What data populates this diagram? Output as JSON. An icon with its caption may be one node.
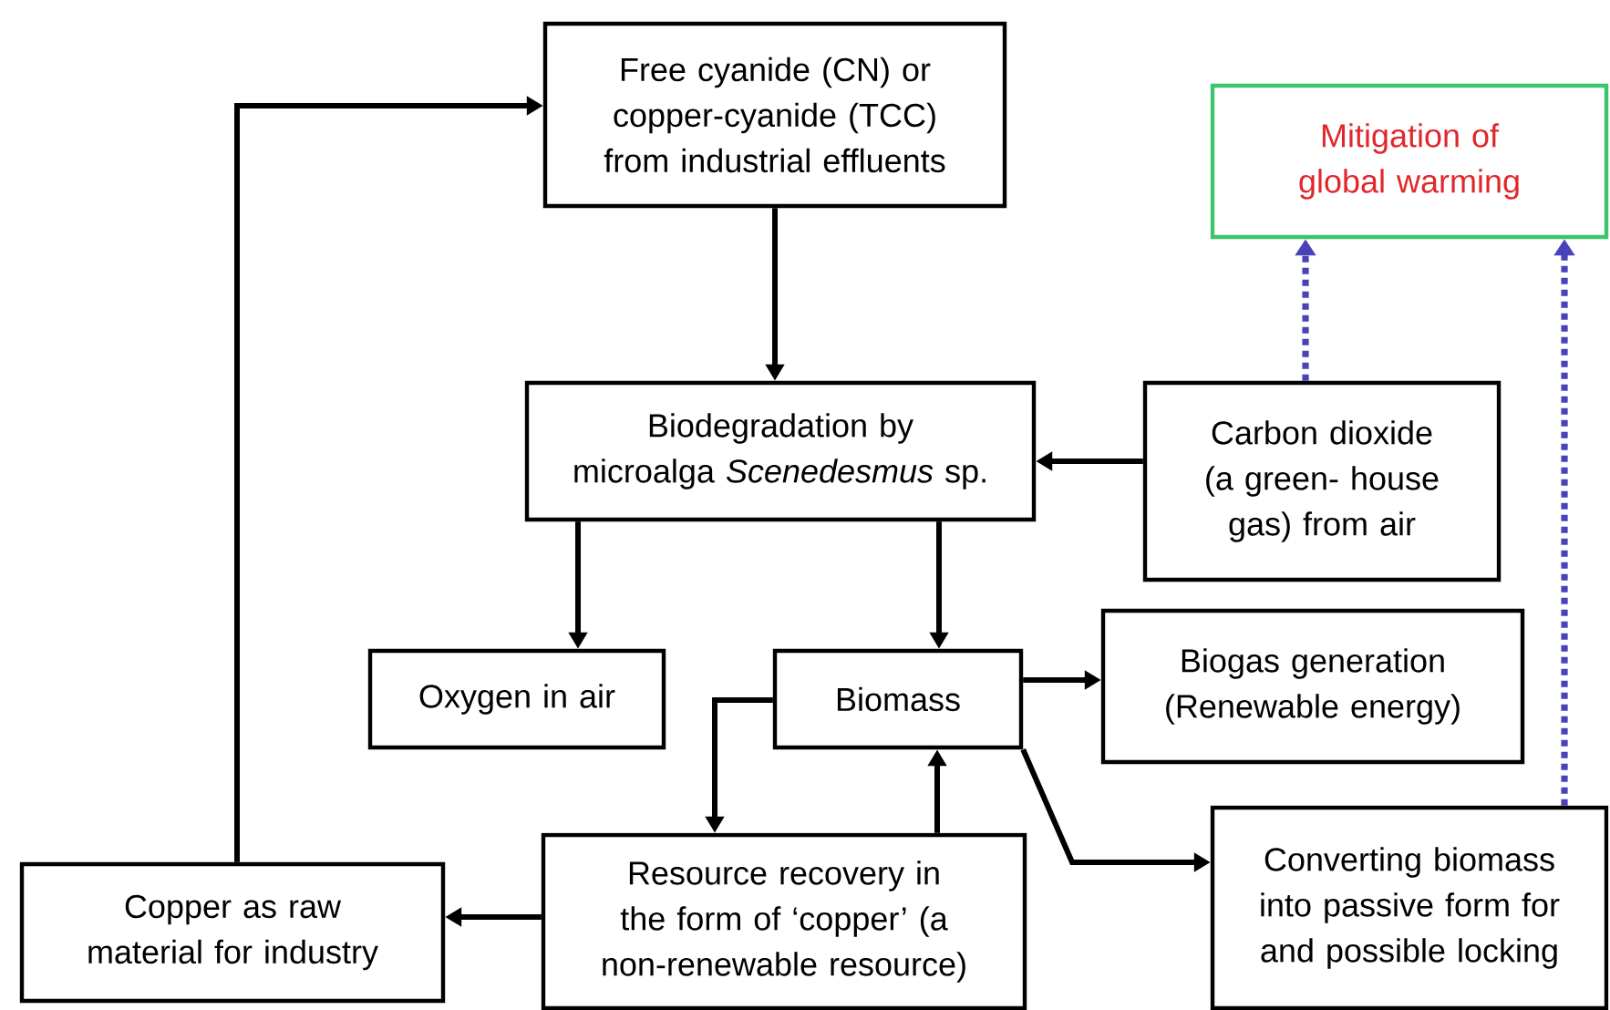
{
  "diagram": {
    "nodes": [
      {
        "text": [
          "Free cyanide (CN) or copper-cyanide (TCC) from industrial effluents"
        ]
      },
      {
        "text": [
          "Mitigation of global warming"
        ]
      },
      {
        "text": [
          "Biodegradation by microalga *Scenedesmus* sp."
        ]
      },
      {
        "text": [
          "Carbon dioxide (a green- house gas) from air"
        ]
      },
      {
        "text": [
          "Oxygen in air"
        ]
      },
      {
        "text": [
          "Biomass"
        ]
      },
      {
        "text": [
          "Biogas generation (Renewable energy)"
        ]
      },
      {
        "text": [
          "Copper as raw material for industry"
        ]
      },
      {
        "text": [
          "Resource recovery in the form of ‘copper’ (a non-renewable resource)"
        ]
      },
      {
        "text": [
          "Converting biomass into passive form for and possible locking"
        ]
      }
    ],
    "edges": [
      {
        "from": 0,
        "to": 2,
        "arrow": "to"
      },
      {
        "from": 3,
        "to": 2,
        "arrow": "to"
      },
      {
        "from": 2,
        "to": 4,
        "arrow": "to"
      },
      {
        "from": 2,
        "to": 5,
        "arrow": "to"
      },
      {
        "from": 5,
        "to": 6,
        "arrow": "to"
      },
      {
        "from": 5,
        "to": 9,
        "arrow": "to"
      },
      {
        "from": 5,
        "to": 8,
        "arrow": "to"
      },
      {
        "from": 8,
        "to": 5,
        "arrow": "to"
      },
      {
        "from": 8,
        "to": 7,
        "arrow": "to"
      },
      {
        "from": 7,
        "to": 0,
        "arrow": "to"
      },
      {
        "from": 3,
        "to": 1,
        "arrow": "to",
        "style": "dashed",
        "color": "#4a42b8"
      },
      {
        "from": 9,
        "to": 1,
        "arrow": "to",
        "style": "dashed",
        "color": "#4a42b8"
      }
    ]
  }
}
